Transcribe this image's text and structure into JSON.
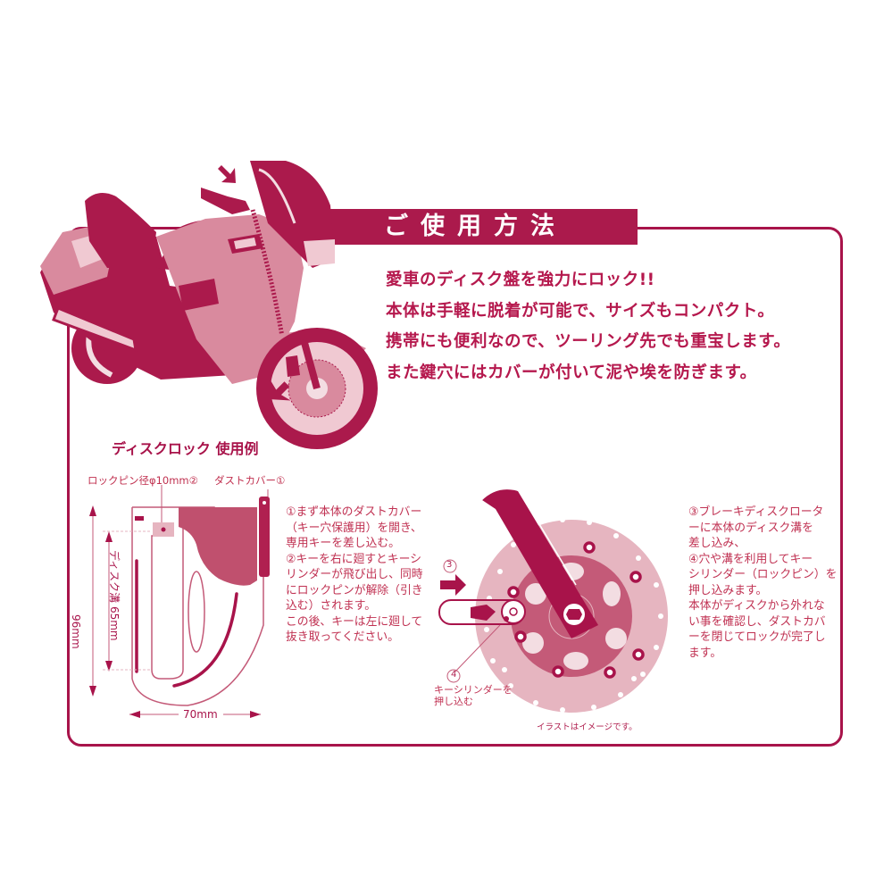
{
  "header": {
    "title": "ご使用方法"
  },
  "intro": {
    "lines": [
      "愛車のディスク盤を強力にロック!!",
      "本体は手軽に脱着が可能で、サイズもコンパクト。",
      "携帯にも便利なので、ツーリング先でも重宝します。",
      "また鍵穴にはカバーが付いて泥や埃を防ぎます。"
    ]
  },
  "illustration": {
    "motorcycle_caption": "ディスクロック 使用例",
    "lock_pin_label": "ロックピン径φ10mm",
    "lock_pin_num": "②",
    "dust_cover_label": "ダストカバー",
    "dust_cover_num": "①",
    "dim_height": "96mm",
    "dim_groove": "ディスク溝 65mm",
    "dim_width": "70mm",
    "step3_marker": "3",
    "step4_marker": "4",
    "key_cylinder_label": "キーシリンダーを\n押し込む",
    "image_note": "イラストはイメージです。"
  },
  "steps_left": {
    "text": "①まず本体のダストカバー\n（キー穴保護用）を開き、\n専用キーを差し込む。\n②キーを右に廻すとキーシ\nリンダーが飛び出し、同時\nにロックピンが解除（引き\n込む）されます。\nこの後、キーは左に廻して\n抜き取ってください。"
  },
  "steps_right": {
    "text": "③ブレーキディスクロータ\nーに本体のディスク溝を\n差し込み、\n④穴や溝を利用してキー\nシリンダー（ロックピン）を\n押し込みます。\n本体がディスクから外れな\nい事を確認し、ダストカバ\nーを閉じてロックが完了し\nます。"
  },
  "colors": {
    "primary": "#ab1a4c",
    "dark": "#a8134a",
    "mid": "#c45a78",
    "light": "#e6b5c0",
    "pale": "#f3dde2"
  }
}
